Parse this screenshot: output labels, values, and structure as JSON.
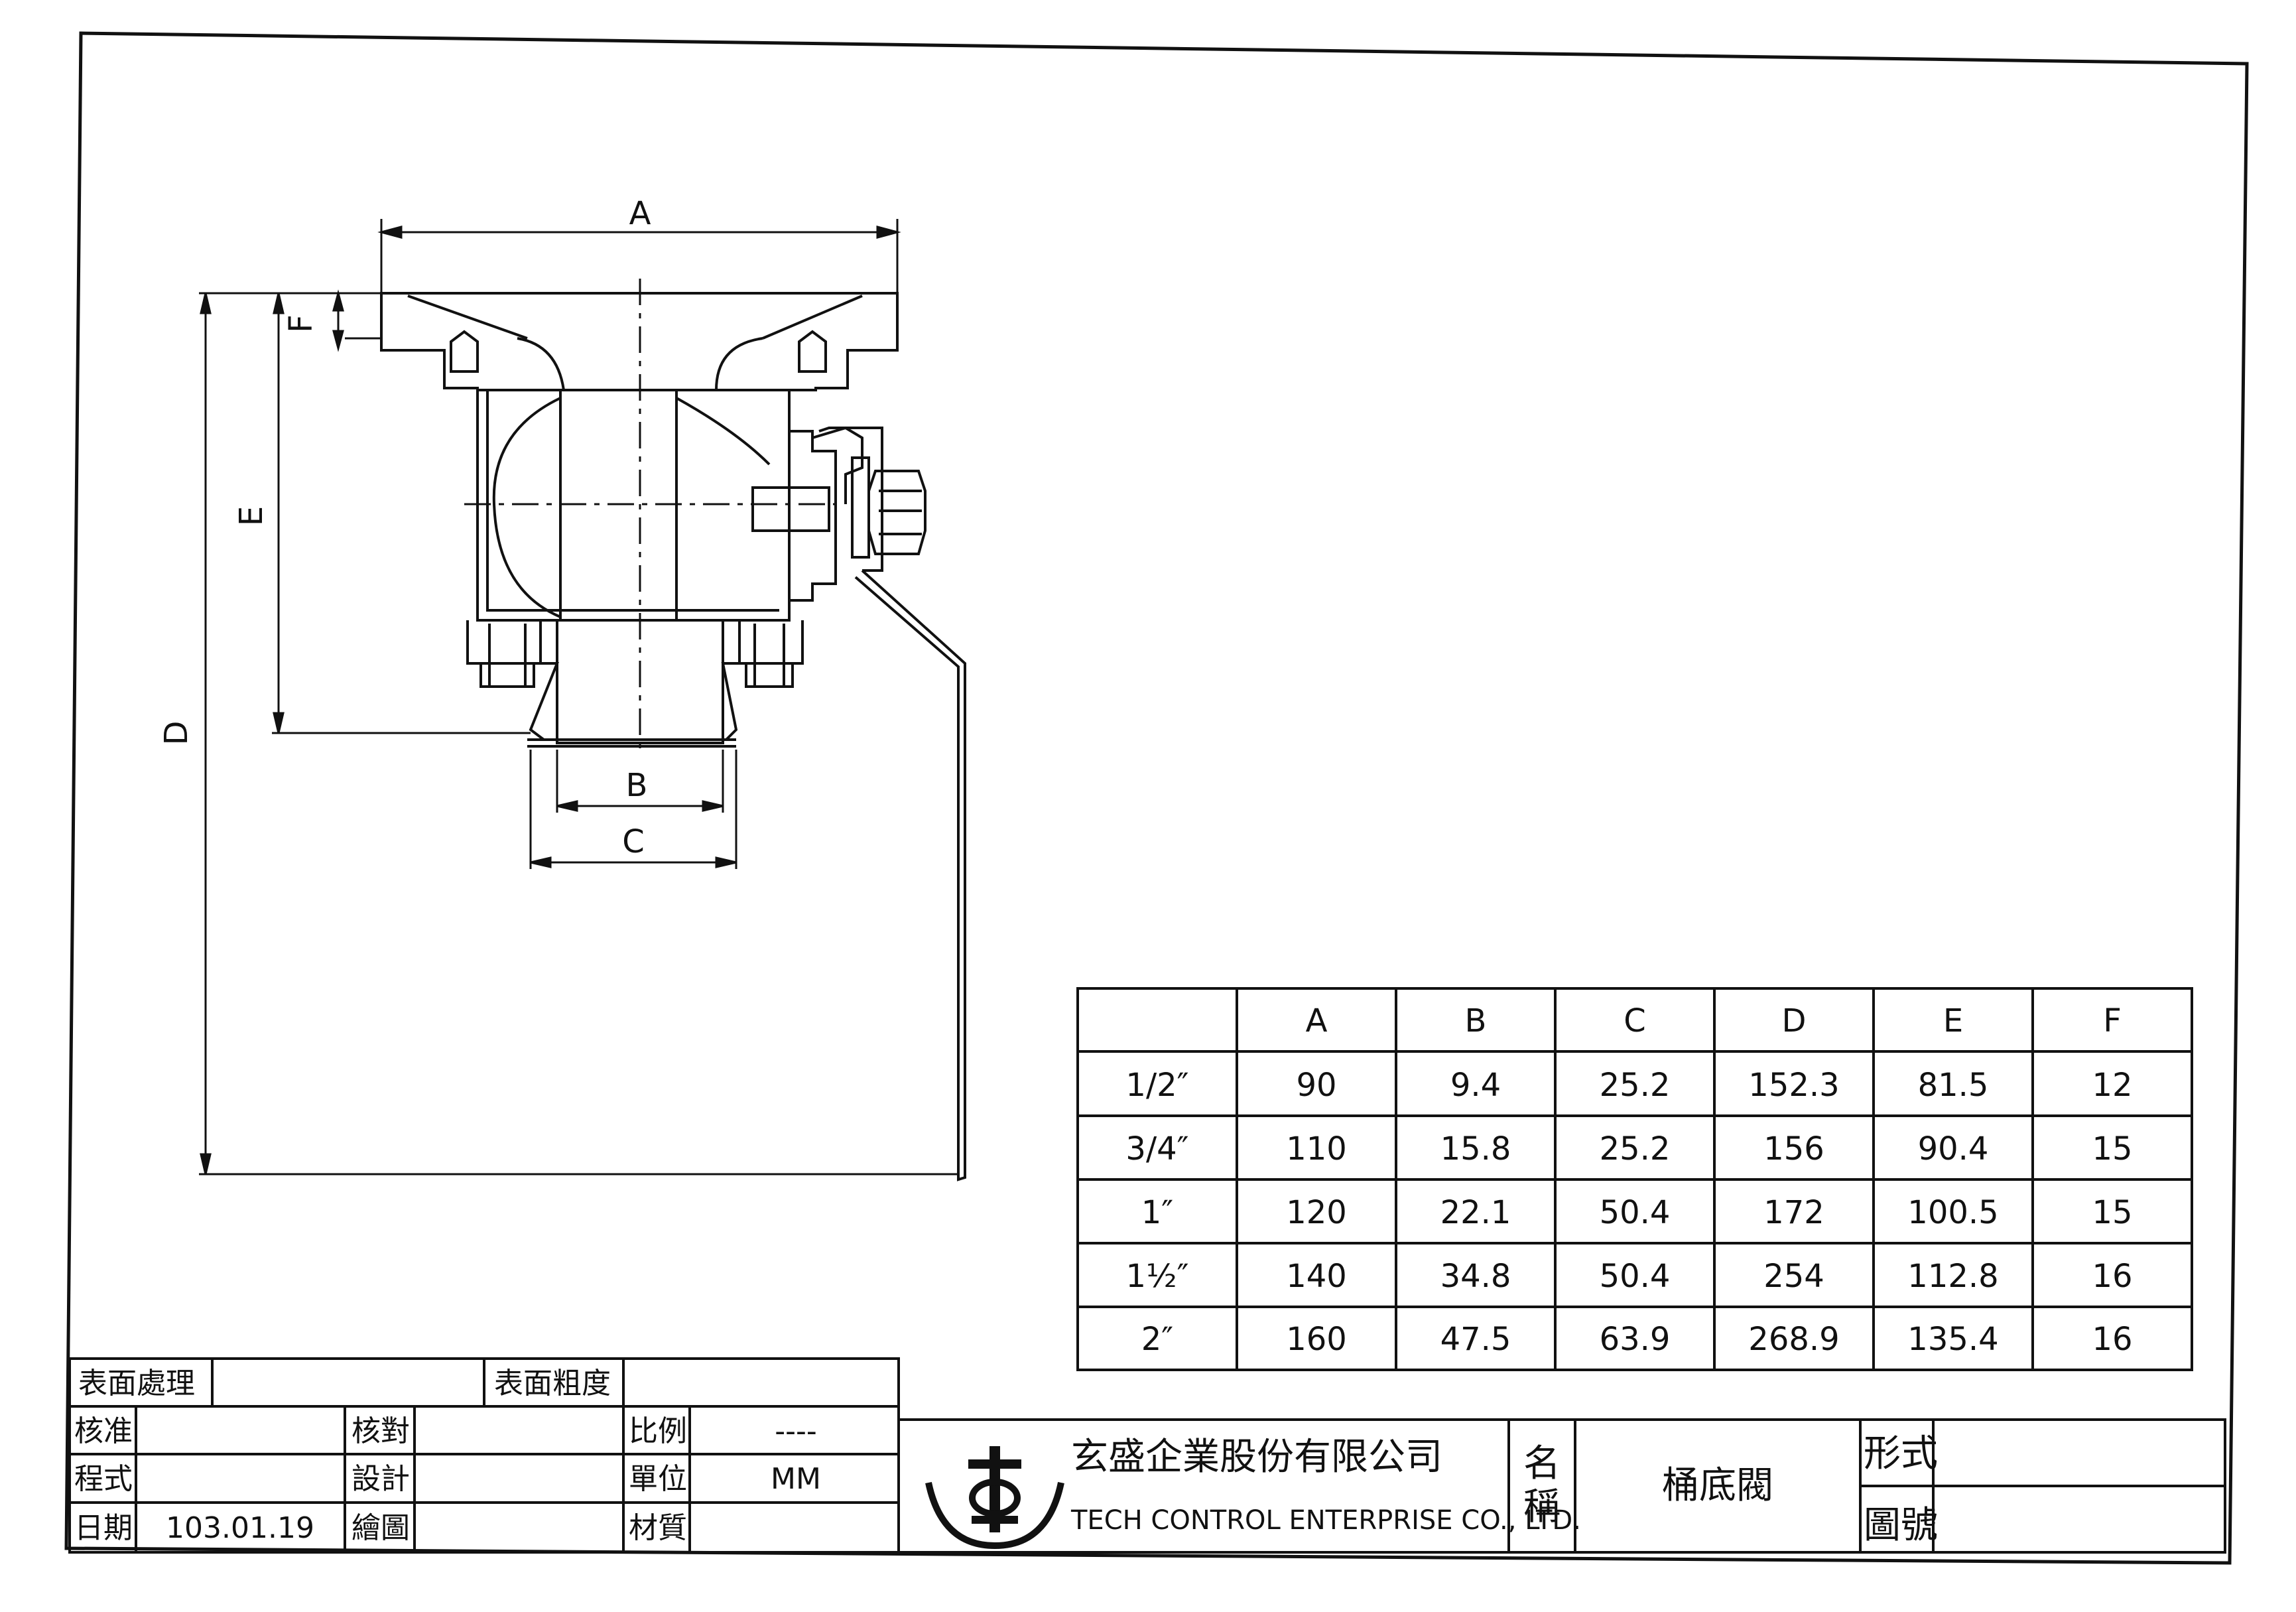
{
  "dimension_labels": [
    "A",
    "B",
    "C",
    "D",
    "E",
    "F"
  ],
  "spec_table": {
    "headers": [
      "",
      "A",
      "B",
      "C",
      "D",
      "E",
      "F"
    ],
    "rows": [
      [
        "1/2″",
        "90",
        "9.4",
        "25.2",
        "152.3",
        "81.5",
        "12"
      ],
      [
        "3/4″",
        "110",
        "15.8",
        "25.2",
        "156",
        "90.4",
        "15"
      ],
      [
        "1″",
        "120",
        "22.1",
        "50.4",
        "172",
        "100.5",
        "15"
      ],
      [
        "1½″",
        "140",
        "34.8",
        "50.4",
        "254",
        "112.8",
        "16"
      ],
      [
        "2″",
        "160",
        "47.5",
        "63.9",
        "268.9",
        "135.4",
        "16"
      ]
    ]
  },
  "title_block": {
    "surface_treatment_label": "表面處理",
    "surface_treatment_value": "",
    "surface_roughness_label": "表面粗度",
    "surface_roughness_value": "",
    "approve_label": "核准",
    "approve_value": "",
    "check_label": "核對",
    "check_value": "",
    "scale_label": "比例",
    "scale_value": "----",
    "procedure_label": "程式",
    "procedure_value": "",
    "design_label": "設計",
    "design_value": "",
    "unit_label": "單位",
    "unit_value": "MM",
    "date_label": "日期",
    "date_value": "103.01.19",
    "draw_label": "繪圖",
    "draw_value": "",
    "material_label": "材質",
    "material_value": "",
    "company_name_cn": "玄盛企業股份有限公司",
    "company_name_en": "TECH CONTROL ENTERPRISE CO., LTD.",
    "name_label_1": "名",
    "name_label_2": "稱",
    "part_name": "桶底閥",
    "type_label": "形式",
    "type_value": "",
    "drawing_no_label": "圖號",
    "drawing_no_value": ""
  }
}
